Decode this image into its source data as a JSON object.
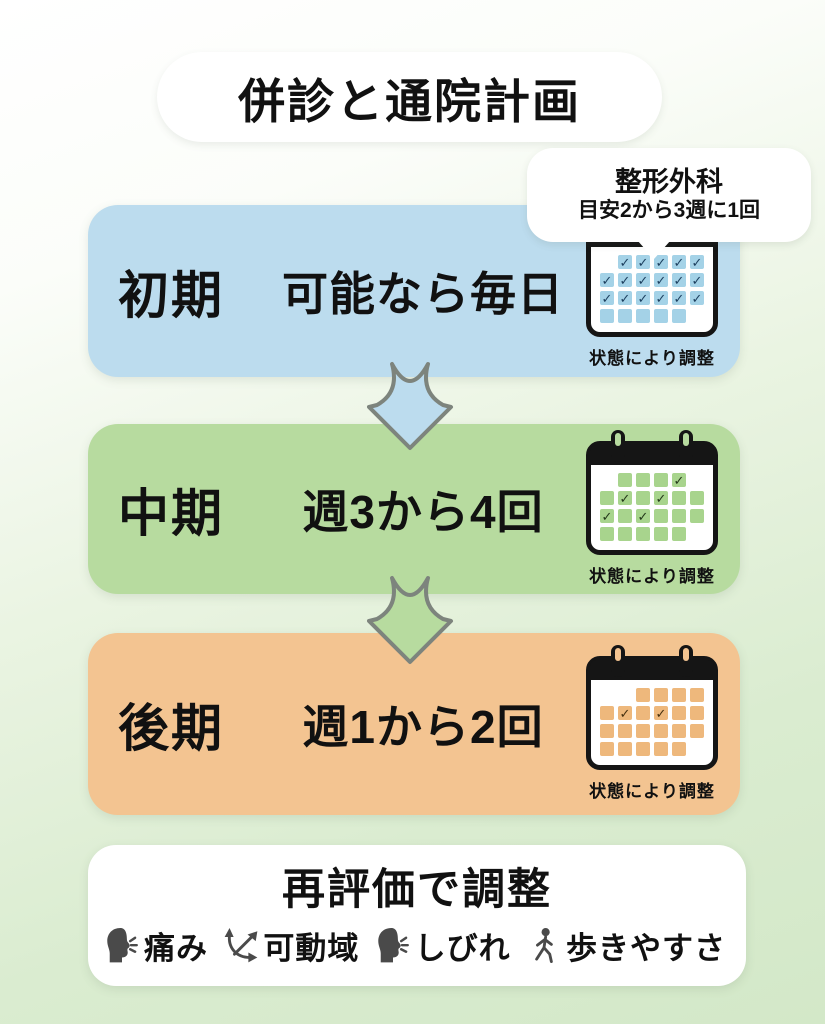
{
  "header": {
    "title": "併診と通院計画"
  },
  "callout": {
    "line1": "整形外科",
    "line2": "目安2から3週に1回"
  },
  "calendar": {
    "check_glyph": "✓"
  },
  "phases": [
    {
      "label": "初期",
      "frequency": "可能なら毎日",
      "caption": "状態により調整",
      "color": "#bcdcee",
      "cell_color": "#a4d2e7",
      "check_color": "#1c3f5e",
      "grid": [
        [
          0,
          2,
          2,
          2,
          2,
          2
        ],
        [
          2,
          2,
          2,
          2,
          2,
          2
        ],
        [
          2,
          2,
          2,
          2,
          2,
          2
        ],
        [
          1,
          1,
          1,
          1,
          1,
          0
        ]
      ]
    },
    {
      "label": "中期",
      "frequency": "週3から4回",
      "caption": "状態により調整",
      "color": "#b7db9f",
      "cell_color": "#a8d48d",
      "check_color": "#24391a",
      "grid": [
        [
          0,
          1,
          1,
          1,
          2,
          0
        ],
        [
          1,
          2,
          1,
          2,
          1,
          1
        ],
        [
          2,
          1,
          2,
          1,
          1,
          1
        ],
        [
          1,
          1,
          1,
          1,
          1,
          0
        ]
      ]
    },
    {
      "label": "後期",
      "frequency": "週1から2回",
      "caption": "状態により調整",
      "color": "#f3c491",
      "cell_color": "#eeb87c",
      "check_color": "#46300f",
      "grid": [
        [
          0,
          0,
          1,
          1,
          1,
          1
        ],
        [
          1,
          2,
          1,
          2,
          1,
          1
        ],
        [
          1,
          1,
          1,
          1,
          1,
          1
        ],
        [
          1,
          1,
          1,
          1,
          1,
          0
        ]
      ]
    }
  ],
  "arrows": [
    {
      "fill": "#bcdcee",
      "stroke": "#7d847d"
    },
    {
      "fill": "#b7db9f",
      "stroke": "#7d847d"
    }
  ],
  "reeval": {
    "title": "再評価で調整",
    "items": [
      {
        "icon": "head-speaking-icon",
        "label": "痛み"
      },
      {
        "icon": "range-of-motion-icon",
        "label": "可動域"
      },
      {
        "icon": "head-speaking-icon",
        "label": "しびれ"
      },
      {
        "icon": "walking-person-icon",
        "label": "歩きやすさ"
      }
    ]
  }
}
